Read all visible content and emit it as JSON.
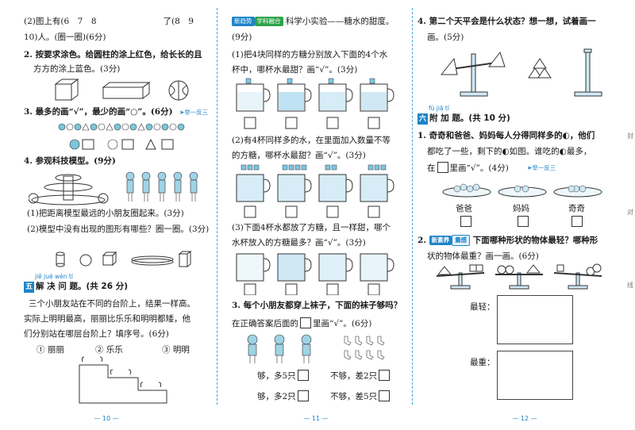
{
  "page1": {
    "q1_cont_a": "(2)图上有(6　7　8　　　　　　　　了(8　9",
    "q1_cont_b": "10)人。(圈一圈)(6分)",
    "q2": "2. 按要求涂色。给圆柱的涂上红色，给长长的且",
    "q2_b": "方方的涂上蓝色。(3分)",
    "q3": "3. 最多的画“√”，最少的画“○”。(6分)",
    "q3_jump": "➤举一反三",
    "q4": "4. 参观科技模型。(9分)",
    "q4_a": "(1)把距离模型最远的小朋友圈起来。(3分)",
    "q4_b": "(2)模型中没有出现的图形有哪些？圈一圈。(3分)",
    "sec_pinyin": "jiě jué wèn tí",
    "sec_num": "五",
    "sec_title": "解 决 问 题。(共 26 分)",
    "p5_a": "三个小朋友站在不同的台阶上，结果一样高。",
    "p5_b": "实际上明明最高，丽丽比乐乐和明明都矮，他",
    "p5_c": "们分别站在哪层台阶上？填序号。(6分)",
    "opt1": "① 丽丽",
    "opt2": "② 乐乐",
    "opt3": "③ 明明",
    "pageno": "— 10 —"
  },
  "page2": {
    "tag1": "新趋势",
    "tag2": "学科融合",
    "head": "科学小实验——糖水的甜度。",
    "score": "(9分)",
    "s1_a": "(1)把4块同样的方糖分别放入下面的4个水",
    "s1_b": "杯中，哪杯水最甜？画“√”。(3分)",
    "s2_a": "(2)有4杯同样多的水，在里面加入数量不等",
    "s2_b": "的方糖，哪杯水最甜？画“√”。(3分)",
    "s3_a": "(3)下面4杯水都放了方糖，且一样甜，哪个",
    "s3_b": "水杯放入的方糖最多？画“√”。(3分)",
    "q3_a": "3. 每个小朋友都穿上袜子，下面的袜子够吗？",
    "q3_b": "在正确答案后面的",
    "q3_b2": "里画“√”。(6分)",
    "ans1": "够，多5只",
    "ans2": "不够，差2只",
    "ans3": "够，多2只",
    "ans4": "不够，差5只",
    "pageno": "— 11 —"
  },
  "page3": {
    "q4_a": "4. 第二个天平会是什么状态？想一想，试着画一",
    "q4_b": "画。(5分)",
    "sec_pinyin": "fù jiā tí",
    "sec_num": "六",
    "sec_title": "附 加 题。(共 10 分)",
    "b1_a": "1. 奇奇和爸爸、妈妈每人分得同样多的",
    "b1_a2": "，他们",
    "b1_b": "都吃了一些，剩下的",
    "b1_b2": "如图。谁吃的",
    "b1_b3": "最多，",
    "b1_c": "在",
    "b1_c2": "里画“√”。(4分)",
    "b1_jump": "➤举一反三",
    "who1": "爸爸",
    "who2": "妈妈",
    "who3": "奇奇",
    "b2_tag1": "新素养",
    "b2_tag2": "量感",
    "b2_a": "2.",
    "b2_a2": "下面哪种形状的物体最轻？哪种形",
    "b2_b": "状的物体最重？画一画。(6分)",
    "lightest": "最轻：",
    "heaviest": "最重：",
    "side1": "封",
    "side2": "对",
    "side3": "线",
    "pageno": "— 12 —"
  },
  "colors": {
    "accent": "#1d84c7",
    "divider": "#3aa3d6",
    "green": "#2ea24a"
  }
}
